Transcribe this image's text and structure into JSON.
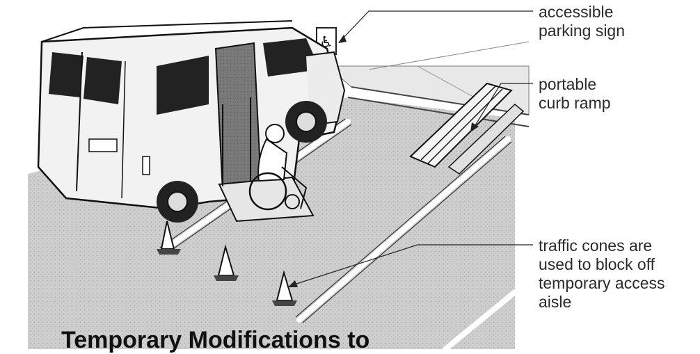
{
  "callouts": {
    "sign": "accessible\nparking sign",
    "ramp": "portable\ncurb ramp",
    "cones": "traffic cones are\nused to block off\ntemporary access\naisle"
  },
  "caption": {
    "title": "Temporary Modifications to"
  },
  "icons": {
    "parking_sign": "wheelchair-symbol-icon",
    "van": "van-illustration",
    "ramp": "curb-ramp-illustration",
    "cones": "traffic-cone-icon",
    "person": "wheelchair-user-illustration"
  },
  "colors": {
    "pavement": "#c9c9c9",
    "lines": "#ffffff",
    "ink": "#1a1a1a"
  }
}
